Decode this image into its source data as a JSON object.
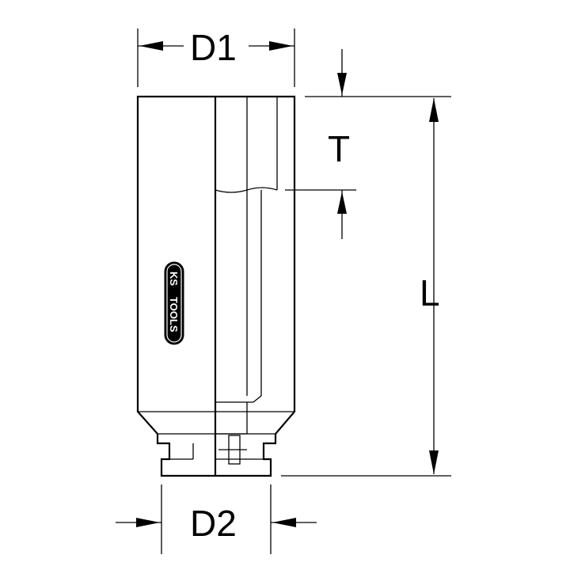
{
  "dimensions": {
    "d1": "D1",
    "d2": "D2",
    "t": "T",
    "l": "L"
  },
  "logo": {
    "brand_ks": "KS",
    "brand_tools": "TOOLS"
  }
}
